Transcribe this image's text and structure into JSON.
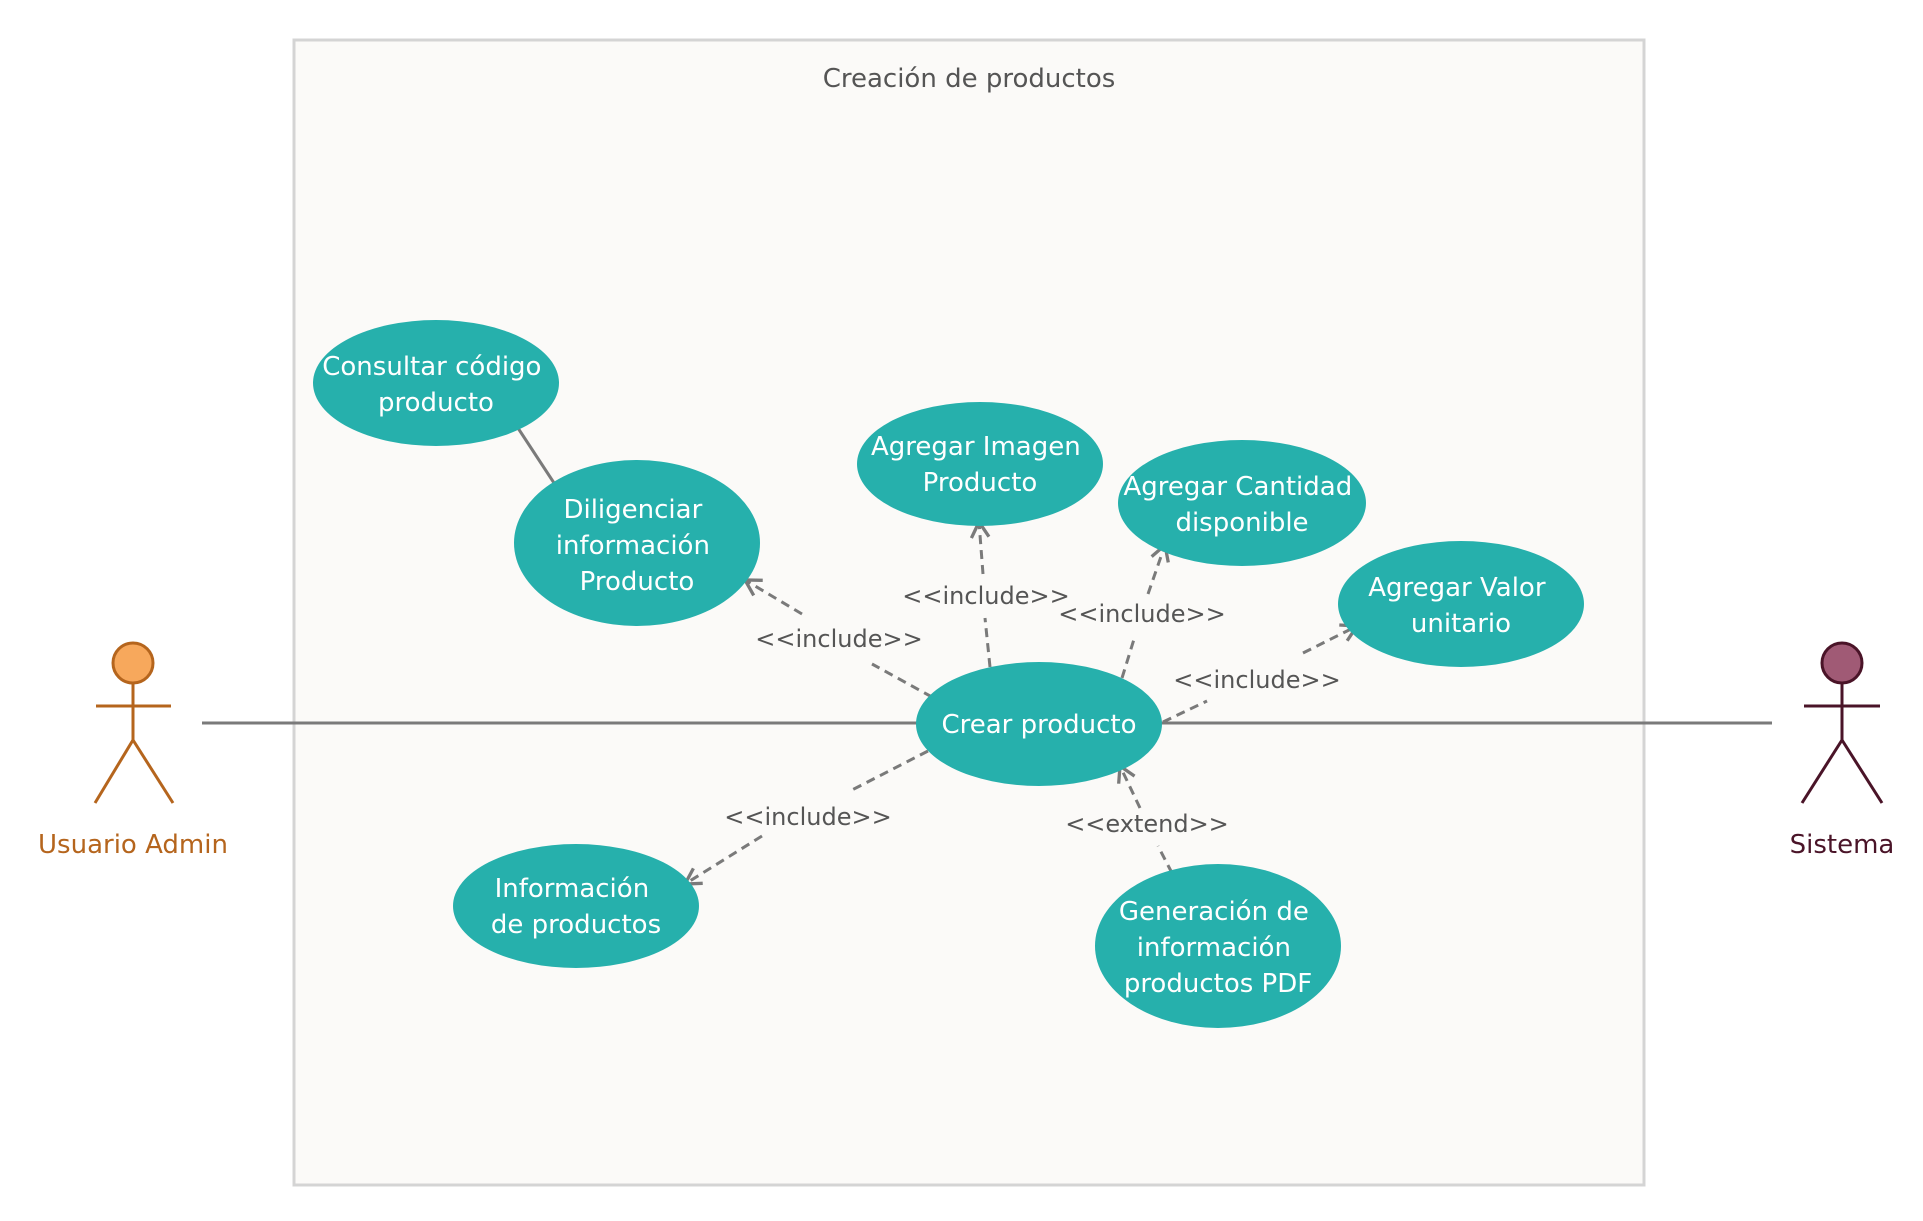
{
  "system": {
    "title": "Creación de productos"
  },
  "actors": {
    "admin": {
      "label": "Usuario Admin",
      "color": "#b5651d",
      "head_fill": "#f7a85c"
    },
    "sistema": {
      "label": "Sistema",
      "color": "#4a1428",
      "head_fill": "#a05a75"
    }
  },
  "use_cases": {
    "consultar": {
      "lines": [
        "Consultar código",
        "producto"
      ]
    },
    "diligenciar": {
      "lines": [
        "Diligenciar",
        "información",
        "Producto"
      ]
    },
    "imagen": {
      "lines": [
        "Agregar Imagen",
        "Producto"
      ]
    },
    "cantidad": {
      "lines": [
        "Agregar Cantidad",
        "disponible"
      ]
    },
    "valor": {
      "lines": [
        "Agregar Valor",
        "unitario"
      ]
    },
    "crear": {
      "lines": [
        "Crear producto"
      ]
    },
    "info": {
      "lines": [
        "Información",
        "de productos"
      ]
    },
    "pdf": {
      "lines": [
        "Generación de",
        "información",
        "productos PDF"
      ]
    }
  },
  "relations": {
    "to_diligenciar": "<<include>>",
    "to_imagen": "<<include>>",
    "to_cantidad": "<<include>>",
    "to_valor": "<<include>>",
    "to_info": "<<include>>",
    "from_pdf": "<<extend>>"
  },
  "colors": {
    "use_case_fill": "#26b0ac",
    "system_border": "#d4d4d4",
    "system_fill": "#fbfaf8",
    "line": "#7a7a7a"
  }
}
